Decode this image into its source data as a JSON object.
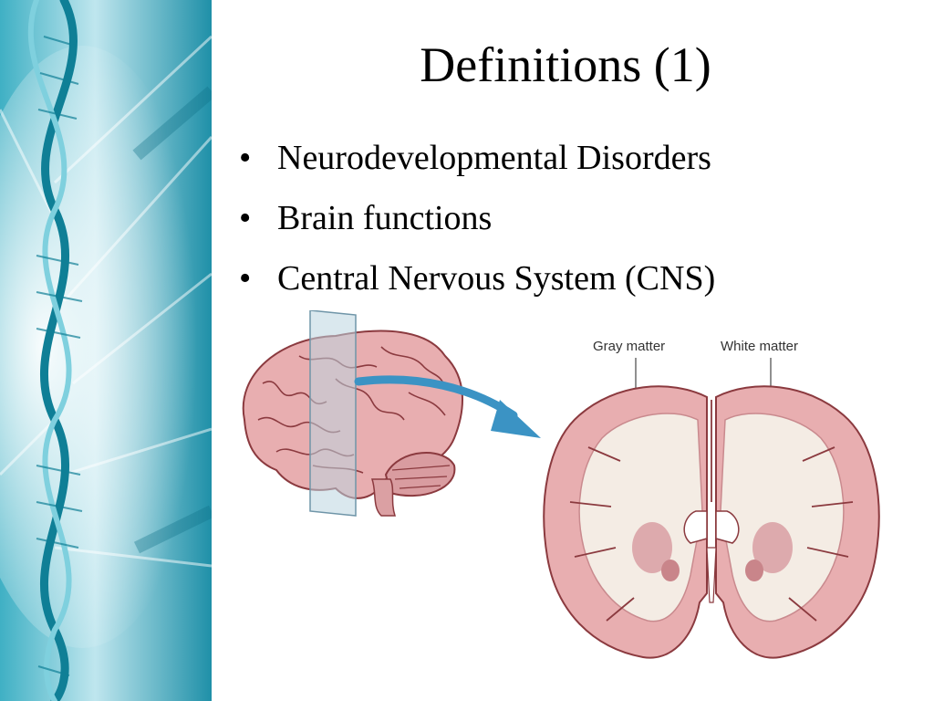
{
  "slide": {
    "title": "Definitions (1)",
    "bullets": [
      "Neurodevelopmental Disorders",
      "Brain functions",
      "Central Nervous System (CNS)"
    ]
  },
  "figure": {
    "label_gray": "Gray matter",
    "label_white": "White matter"
  },
  "colors": {
    "panel_teal": "#2ba3b8",
    "brain_pink": "#e8aeb0",
    "brain_outline": "#8b3a3f",
    "white_matter": "#f4ece4",
    "arrow_blue": "#3b93c4"
  }
}
